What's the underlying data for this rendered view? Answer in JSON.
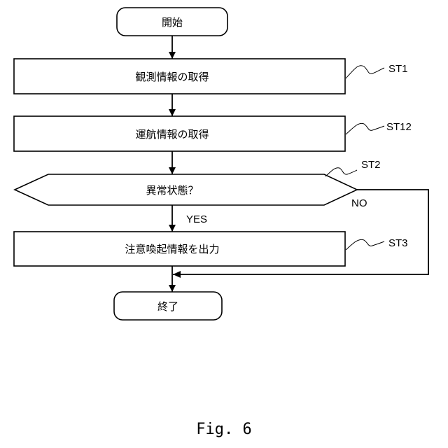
{
  "flowchart": {
    "start": {
      "label": "開始"
    },
    "steps": [
      {
        "id": "st1",
        "label": "観測情報の取得",
        "ref": "ST1"
      },
      {
        "id": "st12",
        "label": "運航情報の取得",
        "ref": "ST12"
      }
    ],
    "decision": {
      "label": "異常状態？",
      "ref": "ST2",
      "yes_label": "YES",
      "no_label": "NO"
    },
    "output_step": {
      "label": "注意喚起情報を出力",
      "ref": "ST3"
    },
    "end": {
      "label": "終了"
    }
  },
  "caption": "Fig. 6"
}
